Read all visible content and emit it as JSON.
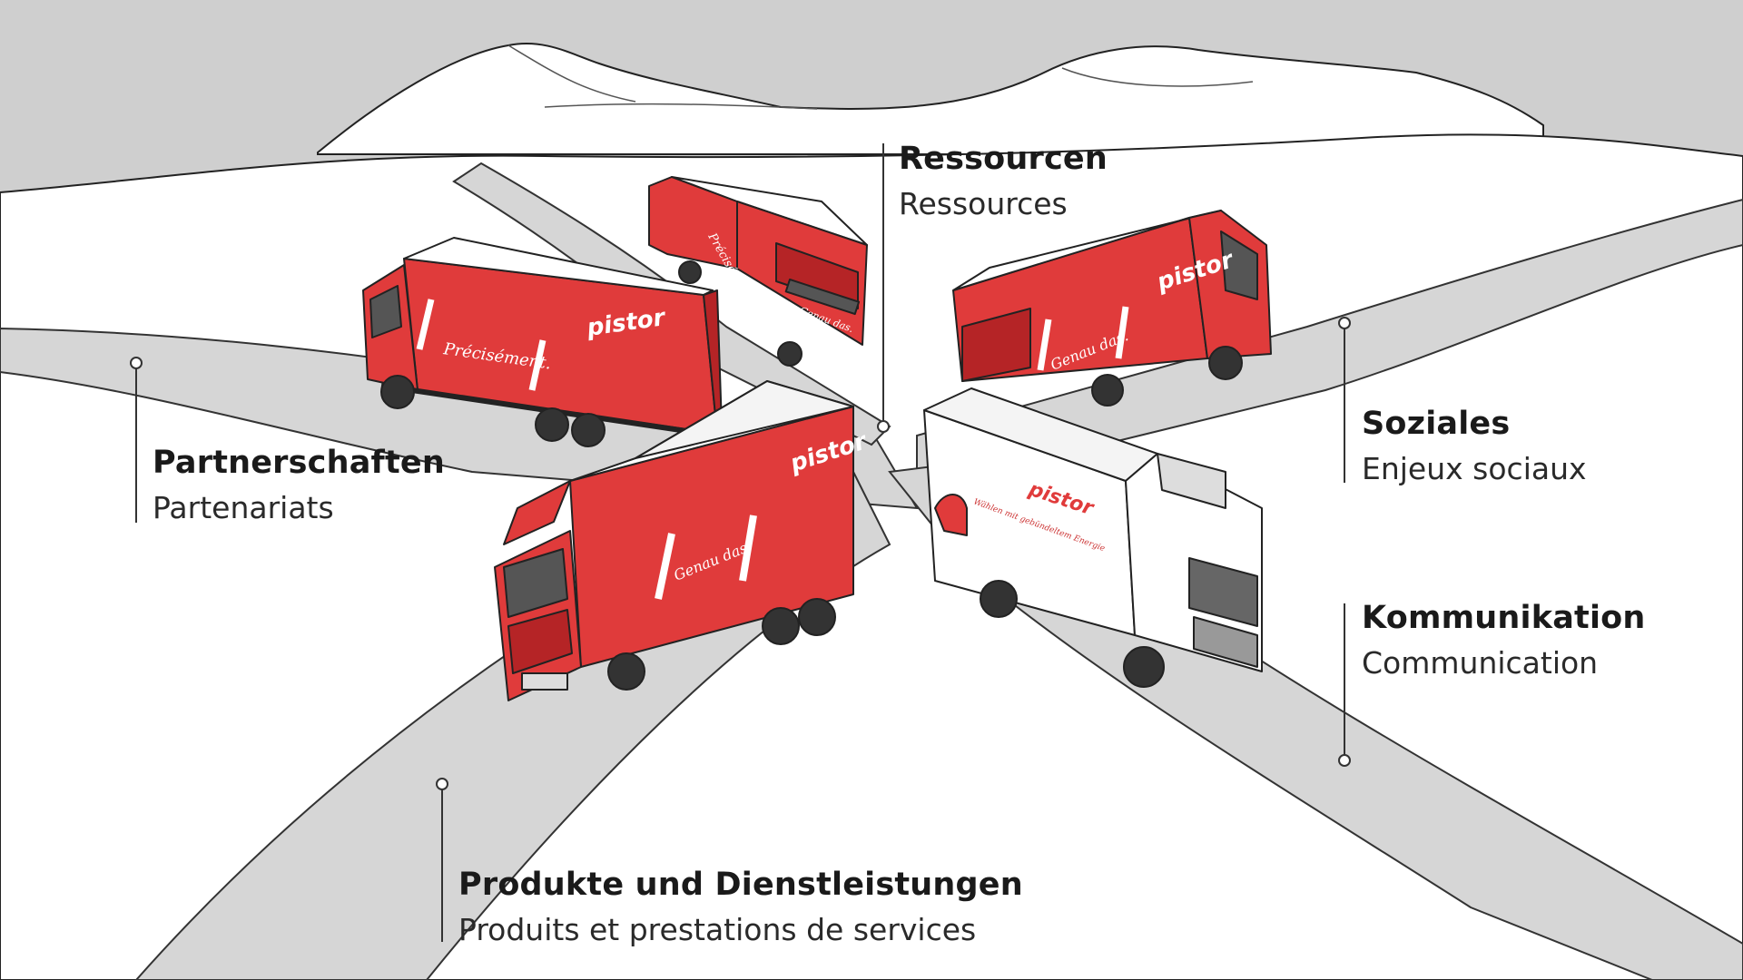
{
  "colors": {
    "truck_red": "#e03b3b",
    "truck_dark_red": "#b52426",
    "road_gray": "#d6d6d6",
    "sky_gray": "#cfcfcf",
    "ink": "#1a1a1a"
  },
  "trucks": {
    "brand": "pistor",
    "slogan_fr": "Précisément.",
    "slogan_de": "Genau das.",
    "white_truck_lettering": "Wählen mit gebündeltem Energie"
  },
  "callouts": {
    "ressourcen": {
      "de": "Ressourcen",
      "fr": "Ressources"
    },
    "partnerschaften": {
      "de": "Partnerschaften",
      "fr": "Partenariats"
    },
    "soziales": {
      "de": "Soziales",
      "fr": "Enjeux sociaux"
    },
    "kommunikation": {
      "de": "Kommunikation",
      "fr": "Communication"
    },
    "produkte": {
      "de": "Produkte und Dienstleistungen",
      "fr": "Produits et prestations de services"
    }
  }
}
